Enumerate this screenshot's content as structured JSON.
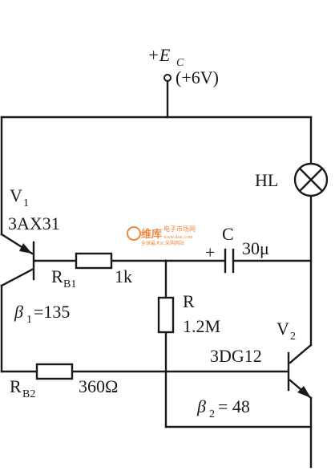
{
  "supply": {
    "name": "+E",
    "sub": "C",
    "voltage": "(+6V)"
  },
  "lamp": {
    "label": "HL"
  },
  "v1": {
    "name": "V",
    "sub": "1",
    "model": "3AX31",
    "beta_sym": "β",
    "beta_sub": "1",
    "beta_val": "=135"
  },
  "v2": {
    "name": "V",
    "sub": "2",
    "model": "3DG12",
    "beta_sym": "β",
    "beta_sub": "2",
    "beta_val": "= 48"
  },
  "rb1": {
    "name": "R",
    "sub": "B1",
    "value": "1k"
  },
  "rb2": {
    "name": "R",
    "sub": "B2",
    "value": "360Ω"
  },
  "r": {
    "name": "R",
    "value": "1.2M"
  },
  "cap": {
    "name": "C",
    "polarity": "+",
    "value": "30μ"
  },
  "watermark": {
    "brand": "维库",
    "cn": "电子市场网",
    "url": "www.dzsc.com",
    "tag": "全球最大IC采购网站"
  },
  "colors": {
    "line": "#1a1a1a",
    "watermark": "#e8741c"
  }
}
